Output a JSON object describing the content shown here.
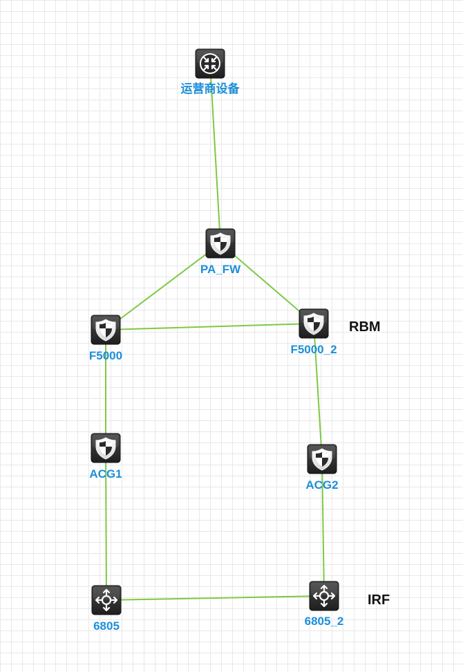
{
  "colors": {
    "link": "#7cc943",
    "label": "#1c8fd9",
    "annotation": "#111111",
    "icon_dark": "#1e1e1e",
    "icon_light": "#4a4a4a"
  },
  "nodes": [
    {
      "id": "isp",
      "label": "运营商设备",
      "icon": "router-icon"
    },
    {
      "id": "pa_fw",
      "label": "PA_FW",
      "icon": "firewall-shield-icon"
    },
    {
      "id": "f5000",
      "label": "F5000",
      "icon": "firewall-shield-icon"
    },
    {
      "id": "f5000_2",
      "label": "F5000_2",
      "icon": "firewall-shield-icon"
    },
    {
      "id": "acg1",
      "label": "ACG1",
      "icon": "firewall-shield-icon"
    },
    {
      "id": "acg2",
      "label": "ACG2",
      "icon": "firewall-shield-icon"
    },
    {
      "id": "sw6805",
      "label": "6805",
      "icon": "switch-icon"
    },
    {
      "id": "sw6805_2",
      "label": "6805_2",
      "icon": "switch-icon"
    }
  ],
  "links": [
    {
      "from": "isp",
      "to": "pa_fw"
    },
    {
      "from": "pa_fw",
      "to": "f5000"
    },
    {
      "from": "pa_fw",
      "to": "f5000_2"
    },
    {
      "from": "f5000",
      "to": "f5000_2"
    },
    {
      "from": "f5000",
      "to": "acg1"
    },
    {
      "from": "f5000_2",
      "to": "acg2"
    },
    {
      "from": "acg1",
      "to": "sw6805"
    },
    {
      "from": "acg2",
      "to": "sw6805_2"
    },
    {
      "from": "sw6805",
      "to": "sw6805_2"
    }
  ],
  "annotations": [
    {
      "id": "rbm",
      "text": "RBM"
    },
    {
      "id": "irf",
      "text": "IRF"
    }
  ]
}
